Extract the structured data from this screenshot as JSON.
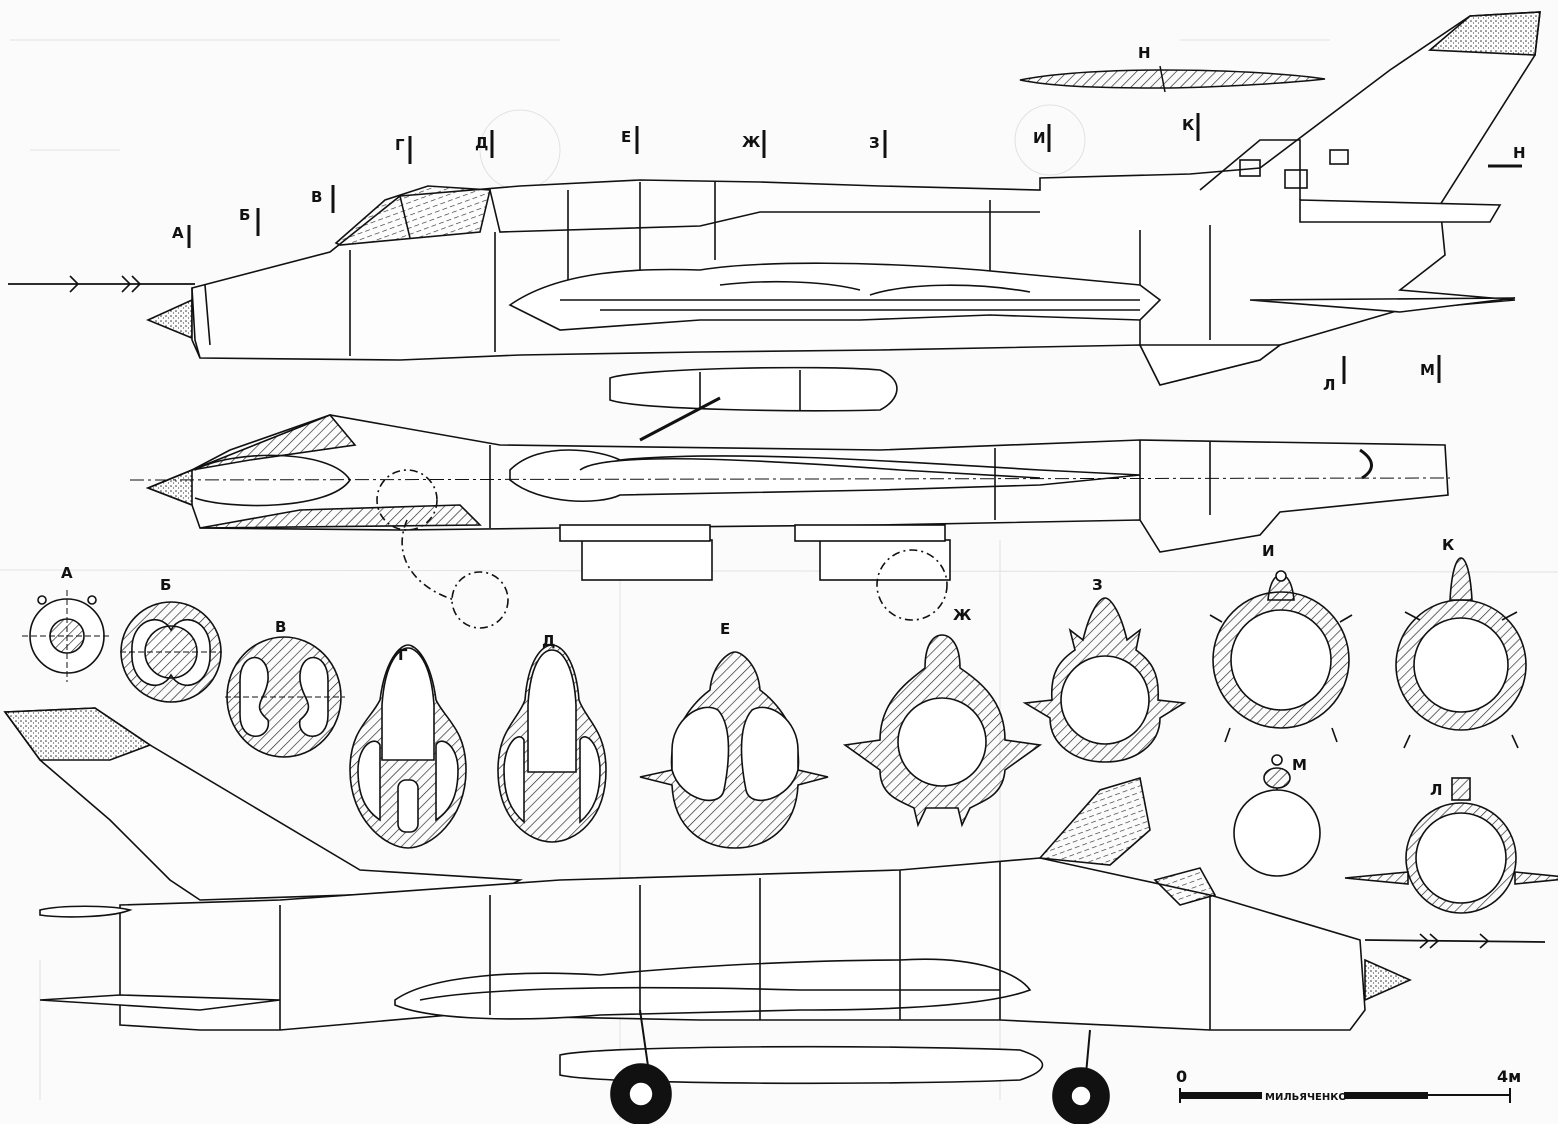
{
  "station_labels_top": [
    {
      "id": "A",
      "text": "А"
    },
    {
      "id": "B",
      "text": "Б"
    },
    {
      "id": "V",
      "text": "В"
    },
    {
      "id": "G",
      "text": "Г"
    },
    {
      "id": "D",
      "text": "Д"
    },
    {
      "id": "E",
      "text": "Е"
    },
    {
      "id": "Zh",
      "text": "Ж"
    },
    {
      "id": "Z",
      "text": "З"
    },
    {
      "id": "I",
      "text": "И"
    },
    {
      "id": "K",
      "text": "К"
    },
    {
      "id": "L",
      "text": "Л"
    },
    {
      "id": "M",
      "text": "М"
    },
    {
      "id": "N1",
      "text": "Н"
    },
    {
      "id": "N2",
      "text": "Н"
    }
  ],
  "section_labels": [
    {
      "id": "A",
      "text": "А"
    },
    {
      "id": "B",
      "text": "Б"
    },
    {
      "id": "V",
      "text": "В"
    },
    {
      "id": "G",
      "text": "Г"
    },
    {
      "id": "D",
      "text": "Д"
    },
    {
      "id": "E",
      "text": "Е"
    },
    {
      "id": "Zh",
      "text": "Ж"
    },
    {
      "id": "Z",
      "text": "З"
    },
    {
      "id": "I",
      "text": "И"
    },
    {
      "id": "K",
      "text": "К"
    },
    {
      "id": "M",
      "text": "М"
    },
    {
      "id": "L",
      "text": "Л"
    }
  ],
  "scale": {
    "start": "0",
    "end": "4м",
    "credit": "МИЛЬЯЧЕНКО"
  },
  "colors": {
    "ink": "#111111",
    "paper": "#fbfbfb",
    "hatch": "#222222"
  }
}
